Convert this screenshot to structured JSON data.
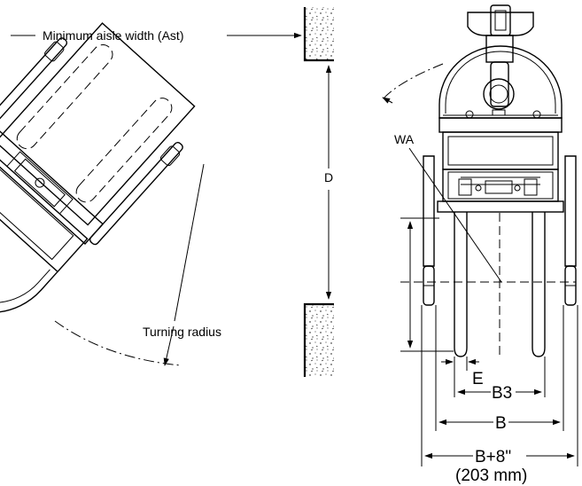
{
  "labels": {
    "min_aisle_width": "Minimum aisle width (Ast)",
    "d": "D",
    "turning_radius": "Turning radius",
    "wa": "WA",
    "e": "E",
    "b3": "B3",
    "b": "B",
    "b_plus": "B+8\"",
    "b_plus_mm": "(203 mm)"
  }
}
